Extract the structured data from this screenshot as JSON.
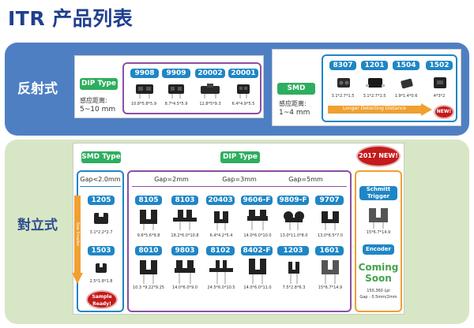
{
  "page_title": "ITR 产品列表",
  "reflective": {
    "band_label": "反射式",
    "dip": {
      "badge": "DIP Type",
      "range_label": "感应距离:",
      "range_value": "5~10 mm",
      "models": [
        {
          "name": "9908",
          "dim": "10.8*5.8*5.9"
        },
        {
          "name": "9909",
          "dim": "8.7*4.5*5.9"
        },
        {
          "name": "20002",
          "dim": "12.8*5*9.3"
        },
        {
          "name": "20001",
          "dim": "6.4*4.9*5.5"
        }
      ]
    },
    "smd": {
      "badge": "SMD Type",
      "range_label": "感应距离:",
      "range_value": "1~4 mm",
      "models": [
        {
          "name": "8307",
          "dim": "3.1*2.7*1.5"
        },
        {
          "name": "1201",
          "dim": "3.1*2.7*1.5"
        },
        {
          "name": "1504",
          "dim": "1.9*1.4*0.6"
        },
        {
          "name": "1502",
          "dim": "4*3*2"
        }
      ],
      "arrow_text": "Longer Detecting Distance",
      "new_badge": "NEW!"
    }
  },
  "opposed": {
    "band_label": "對立式",
    "smd": {
      "badge": "SMD Type",
      "gap_label": "Gap<2.0mm",
      "models": [
        {
          "name": "1205",
          "dim": "3.1*2.2*2.7"
        },
        {
          "name": "1503",
          "dim": "2.5*1.8*1.8"
        }
      ],
      "arrow_text": "Size Smaller",
      "sample_badge": "Sample Ready!"
    },
    "dip": {
      "badge": "DIP Type",
      "gaps": [
        "Gap=2mm",
        "Gap=3mm",
        "Gap=5mm"
      ],
      "row1": [
        {
          "name": "8105",
          "dim": "9.6*5.6*9.8"
        },
        {
          "name": "8103",
          "dim": "18.2*6.0*10.8"
        },
        {
          "name": "20403",
          "dim": "6.4*4.2*5.4"
        },
        {
          "name": "9606-F",
          "dim": "14.0*6.0*10.0"
        },
        {
          "name": "9809-F",
          "dim": "13.0*11.0*8.0"
        },
        {
          "name": "9707",
          "dim": "13.0*6.5*7.0"
        }
      ],
      "row2": [
        {
          "name": "8010",
          "dim": "10.3 *9.22*9.25"
        },
        {
          "name": "9803",
          "dim": "14.0*6.0*9.0"
        },
        {
          "name": "8102",
          "dim": "24.5*6.0*10.5"
        },
        {
          "name": "8402-F",
          "dim": "14.0*6.0*11.0"
        },
        {
          "name": "1203",
          "dim": "7.5*2.8*6.3"
        },
        {
          "name": "1601",
          "dim": "15*6.7*14.9"
        }
      ]
    },
    "new_2017": "2017 NEW!",
    "schmitt": {
      "badge": "Schmitt Trigger",
      "dim": "15*6.7*14.9"
    },
    "encoder": {
      "badge": "Encoder",
      "coming": "Coming Soon",
      "lpi": "150,360 Lpi",
      "gap": "Gap : 0.5mm/2mm"
    }
  },
  "colors": {
    "title": "#1f3f8f",
    "band_top": "#4f7fc3",
    "band_bottom": "#d7e6c4",
    "chip": "#1f86c6",
    "dip_bracket": "#8b4fa5",
    "smd_bracket": "#1f86c6",
    "side_bracket": "#f0a030",
    "arrow": "#f0a030",
    "badge_red": "#c41b1b"
  }
}
